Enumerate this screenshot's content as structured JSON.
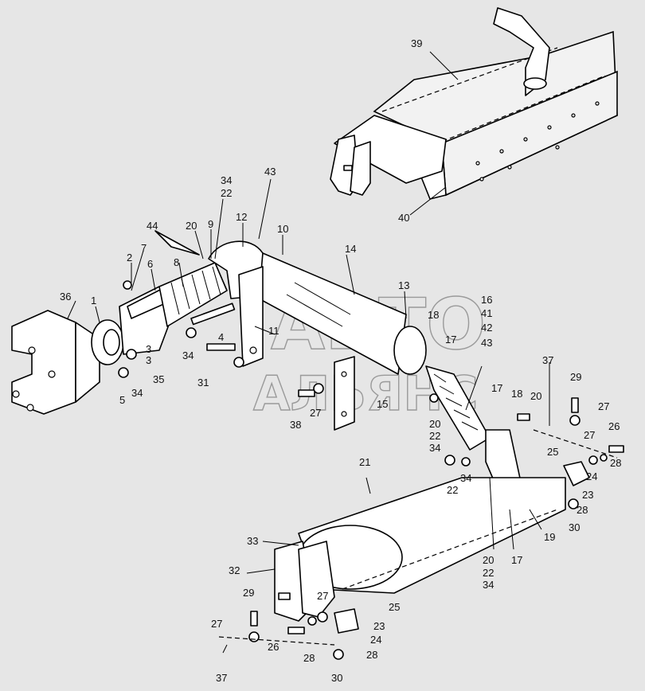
{
  "watermark": {
    "line1": "АВТО",
    "line2": "АЛЬЯНС"
  },
  "callouts": {
    "c1": "1",
    "c2": "2",
    "c3a": "3",
    "c3b": "3",
    "c4": "4",
    "c5": "5",
    "c6": "6",
    "c7": "7",
    "c8": "8",
    "c9": "9",
    "c10": "10",
    "c11": "11",
    "c12": "12",
    "c13": "13",
    "c14": "14",
    "c15": "15",
    "c16_41_42_43": [
      "16",
      "41",
      "42",
      "43"
    ],
    "c17a": "17",
    "c17b": "17",
    "c17c": "17",
    "c18a": "18",
    "c18b": "18",
    "c19": "19",
    "c20a": "20",
    "c20b": "20",
    "c20_22_34a": [
      "20",
      "22",
      "34"
    ],
    "c20_22_34b": [
      "20",
      "22",
      "34"
    ],
    "c21": "21",
    "c22": "22",
    "c23a": "23",
    "c23b": "23",
    "c24a": "24",
    "c24b": "24",
    "c25a": "25",
    "c25b": "25",
    "c26a": "26",
    "c26b": "26",
    "c27a": "27",
    "c27b": "27",
    "c27c": "27",
    "c27d": "27",
    "c27e": "27",
    "c28a": "28",
    "c28b": "28",
    "c28c": "28",
    "c28d": "28",
    "c29a": "29",
    "c29b": "29",
    "c30a": "30",
    "c30b": "30",
    "c31": "31",
    "c32": "32",
    "c33": "33",
    "c34a": "34",
    "c34b": "34",
    "c34c": "34",
    "c34_22": [
      "34",
      "22"
    ],
    "c35": "35",
    "c36": "36",
    "c37a": "37",
    "c37b": "37",
    "c38": "38",
    "c39": "39",
    "c40": "40",
    "c43": "43",
    "c44": "44"
  }
}
